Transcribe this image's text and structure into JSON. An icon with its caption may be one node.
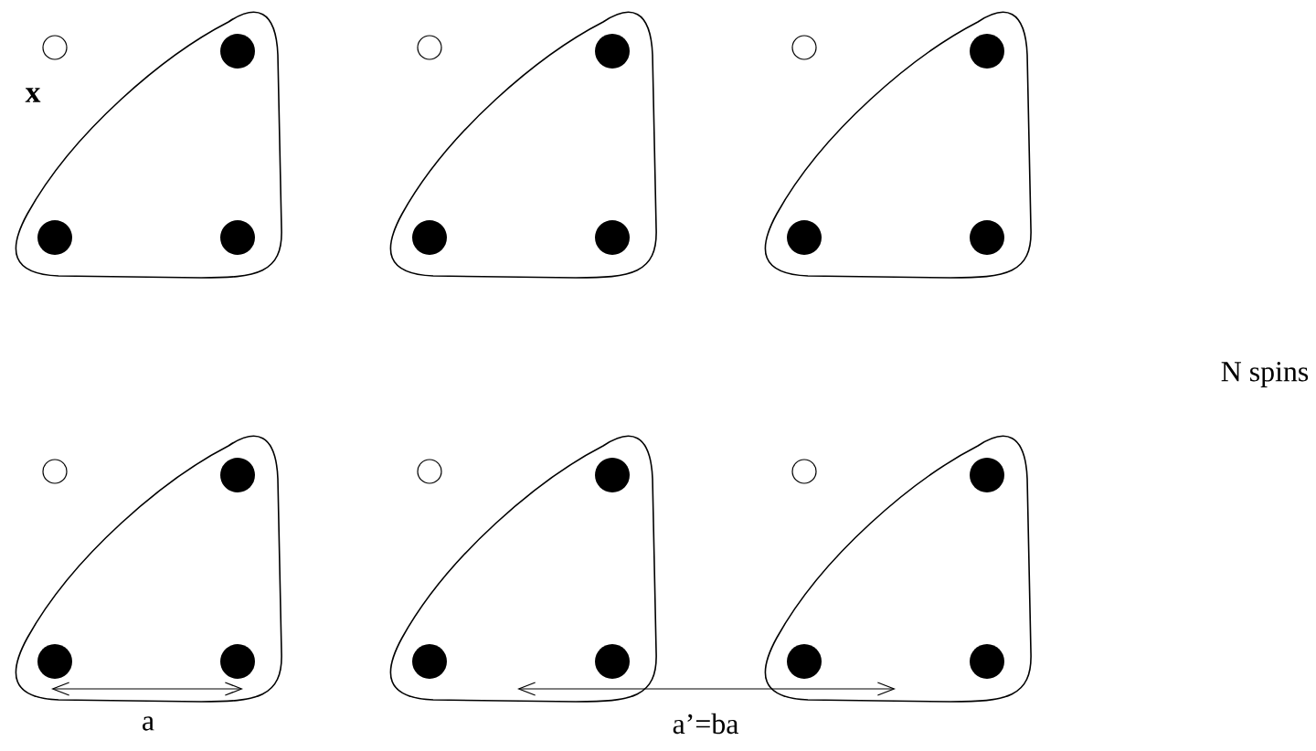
{
  "diagram": {
    "labels": [
      "x",
      "N spins",
      "a",
      "a’=ba"
    ]
  }
}
